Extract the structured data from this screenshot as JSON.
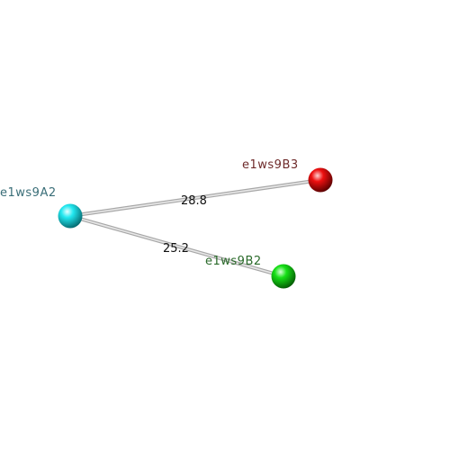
{
  "nodes": [
    {
      "id": "A2",
      "label": "e1ws9A2",
      "color": "#00e5ee",
      "label_color": "#3a6e78"
    },
    {
      "id": "B3",
      "label": "e1ws9B3",
      "color": "#ee0000",
      "label_color": "#6e2a2a"
    },
    {
      "id": "B2",
      "label": "e1ws9B2",
      "color": "#00dd00",
      "label_color": "#2a6a2a"
    }
  ],
  "edges": [
    {
      "from": "A2",
      "to": "B3",
      "label": "28.8"
    },
    {
      "from": "A2",
      "to": "B2",
      "label": "25.2"
    }
  ]
}
